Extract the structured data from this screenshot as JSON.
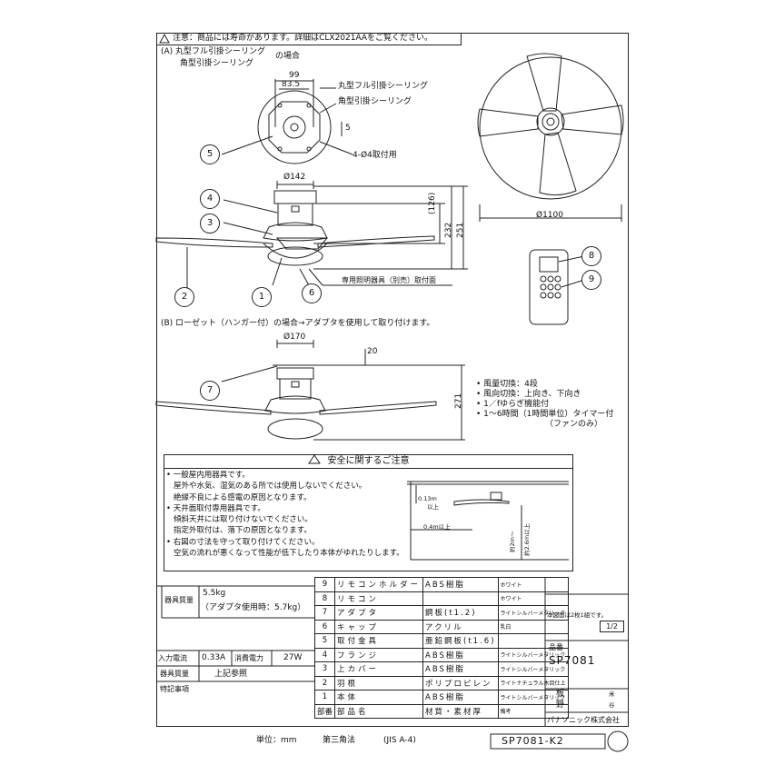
{
  "notice": "注意：商品には寿命があります。詳細はCLX2021AAをご覧ください。",
  "section_a": {
    "title_line1": "(A) 丸型フル引掛シーリング",
    "title_line2": "角型引掛シーリング",
    "title_suffix": "の場合",
    "dim_99": "99",
    "dim_83": "83.5",
    "dim_5": "5",
    "label_round": "丸型フル引掛シーリング",
    "label_square": "角型引掛シーリング",
    "label_holes": "4-Ø4取付用",
    "dim_142": "Ø142",
    "dim_126": "(126)",
    "dim_232": "232",
    "dim_251": "251",
    "label_light": "専用照明器具（別売）取付面"
  },
  "top_view": {
    "dim_1100": "Ø1100"
  },
  "section_b": {
    "title": "(B) ローゼット（ハンガー付）の場合→アダプタを使用して取り付けます。",
    "dim_170": "Ø170",
    "dim_20": "20",
    "dim_271": "271"
  },
  "features": [
    "• 風量切換：4段",
    "• 風向切換：上向き、下向き",
    "• 1／fゆらぎ機能付",
    "• 1〜6時間（1時間単位）タイマー付",
    "（ファンのみ）"
  ],
  "callouts": [
    "1",
    "2",
    "3",
    "4",
    "5",
    "6",
    "7",
    "8",
    "9"
  ],
  "safety": {
    "heading": "安全に関するご注意",
    "lines": [
      "• 一般屋内用器具です。",
      "屋外や水気、湿気のある所では使用しないでください。",
      "絶縁不良による感電の原因となります。",
      "• 天井面取付専用器具です。",
      "傾斜天井には取り付けないでください。",
      "指定外取付は、落下の原因となります。",
      "• 右図の寸法を守って取り付けてください。",
      "空気の流れが悪くなって性能が低下したり本体がゆれたりします。"
    ],
    "dim_013": "0.13m",
    "dim_013b": "以上",
    "dim_04": "0.4m以上",
    "dim_2m": "約2m〜",
    "dim_26m": "約2.6m以上"
  },
  "weight": {
    "label": "器具質量",
    "value1": "5.5kg",
    "value2": "（アダプタ使用時：5.7kg）"
  },
  "electric": {
    "current_label": "入力電流",
    "current_value": "0.33A",
    "power_label": "消費電力",
    "power_value": "27W",
    "mass_label": "器具質量",
    "mass_value": "上記参照",
    "special_label": "特記事項"
  },
  "parts": [
    {
      "no": "9",
      "name": "リモコンホルダー",
      "material": "ABS樹脂",
      "remark": "ホワイト"
    },
    {
      "no": "8",
      "name": "リモコン",
      "material": "",
      "remark": "ホワイト"
    },
    {
      "no": "7",
      "name": "アダプタ",
      "material": "鋼板(t1.2)",
      "remark": "ライトシルバーメタリック"
    },
    {
      "no": "6",
      "name": "キャップ",
      "material": "アクリル",
      "remark": "乳白"
    },
    {
      "no": "5",
      "name": "取付金具",
      "material": "亜鉛鋼板(t1.6)",
      "remark": ""
    },
    {
      "no": "4",
      "name": "フランジ",
      "material": "ABS樹脂",
      "remark": "ライトシルバーメタリック"
    },
    {
      "no": "3",
      "name": "上カバー",
      "material": "ABS樹脂",
      "remark": "ライトシルバーメタリック"
    },
    {
      "no": "2",
      "name": "羽根",
      "material": "ポリプロピレン",
      "remark": "ライトナチュラル木目仕上"
    },
    {
      "no": "1",
      "name": "本体",
      "material": "ABS樹脂",
      "remark": "ライトシルバーメタリック"
    }
  ],
  "parts_header": {
    "no": "部番",
    "name": "部品名",
    "material": "材質・素材厚",
    "remark": "備考"
  },
  "title_block": {
    "sheets": "本図面は2枚1組です。",
    "sheet_no": "1/2",
    "model_label": "品番",
    "model": "SP7081",
    "name1": "板",
    "name1b": "米",
    "name2": "野",
    "name2b": "谷",
    "company": "パナソニック株式会社"
  },
  "footer": {
    "unit": "単位：mm",
    "projection": "第三角法",
    "standard": "(JIS A-4)",
    "drawing_no": "SP7081-K2"
  }
}
